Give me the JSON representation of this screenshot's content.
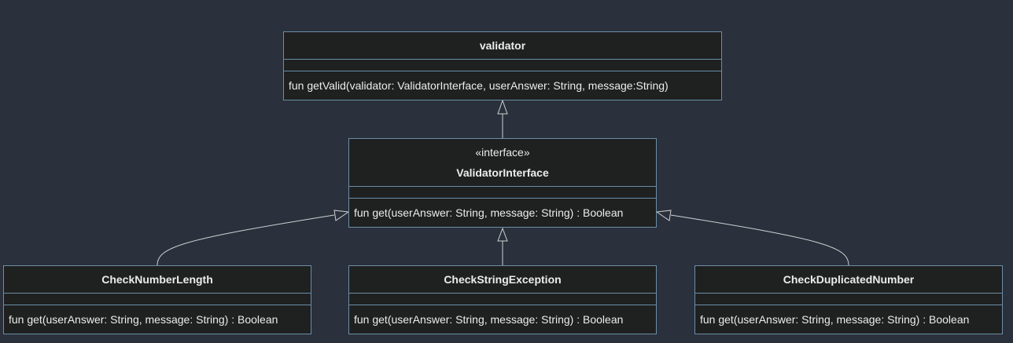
{
  "classes": {
    "validator": {
      "name": "validator",
      "method": "fun getValid(validator: ValidatorInterface, userAnswer: String, message:String)"
    },
    "validator_interface": {
      "stereotype": "«interface»",
      "name": "ValidatorInterface",
      "method": "fun get(userAnswer: String, message: String) : Boolean"
    },
    "check_number_length": {
      "name": "CheckNumberLength",
      "method": "fun get(userAnswer: String, message: String) : Boolean"
    },
    "check_string_exception": {
      "name": "CheckStringException",
      "method": "fun get(userAnswer: String, message: String) : Boolean"
    },
    "check_duplicated_number": {
      "name": "CheckDuplicatedNumber",
      "method": "fun get(userAnswer: String, message: String) : Boolean"
    }
  },
  "colors": {
    "background": "#2a303c",
    "box_fill": "#1f2020",
    "box_border": "#6a8fa8",
    "text": "#ececec",
    "edge": "#d0d0d0"
  }
}
